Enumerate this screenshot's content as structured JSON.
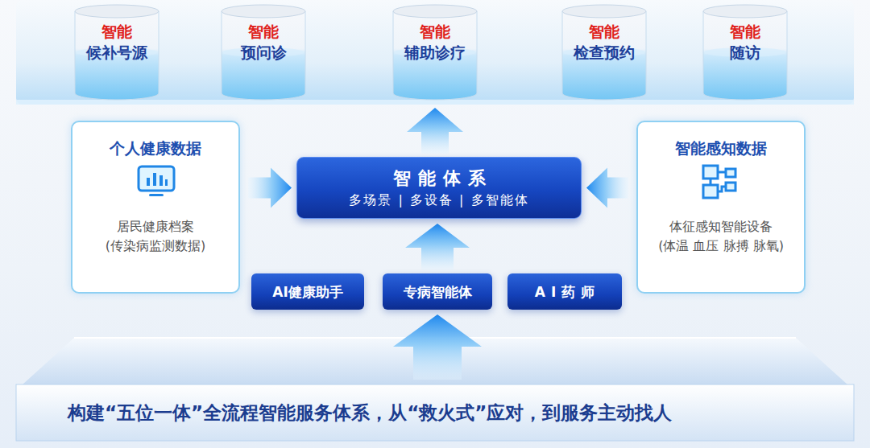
{
  "diagram": {
    "nodes": [
      {
        "text": [
          "智能",
          "候补号源"
        ]
      },
      {
        "text": [
          "智能",
          "预问诊"
        ]
      },
      {
        "text": [
          "智能",
          "辅助诊疗"
        ]
      },
      {
        "text": [
          "智能",
          "检查预约"
        ]
      },
      {
        "text": [
          "智能",
          "随访"
        ]
      },
      {
        "text": [
          "个人健康数据",
          "居民健康档案 (传染病监测数据)"
        ]
      },
      {
        "text": [
          "智能体系",
          "多场景 | 多设备 | 多智能体"
        ]
      },
      {
        "text": [
          "智能感知数据",
          "体征感知智能设备 (体温 血压 脉搏 脉氧)"
        ]
      },
      {
        "text": [
          "AI健康助手"
        ]
      },
      {
        "text": [
          "专病智能体"
        ]
      },
      {
        "text": [
          "AI药师"
        ]
      },
      {
        "text": [
          "构建“五位一体”全流程智能服务体系，从“救火式”应对，到服务主动找人"
        ]
      }
    ],
    "edges": [
      {
        "from": 5,
        "to": 6,
        "arrow": "to"
      },
      {
        "from": 7,
        "to": 6,
        "arrow": "to"
      },
      {
        "from": 6,
        "to": 2,
        "arrow": "to"
      },
      {
        "from": 9,
        "to": 6,
        "arrow": "to"
      },
      {
        "from": 11,
        "to": 9,
        "arrow": "to"
      }
    ]
  }
}
